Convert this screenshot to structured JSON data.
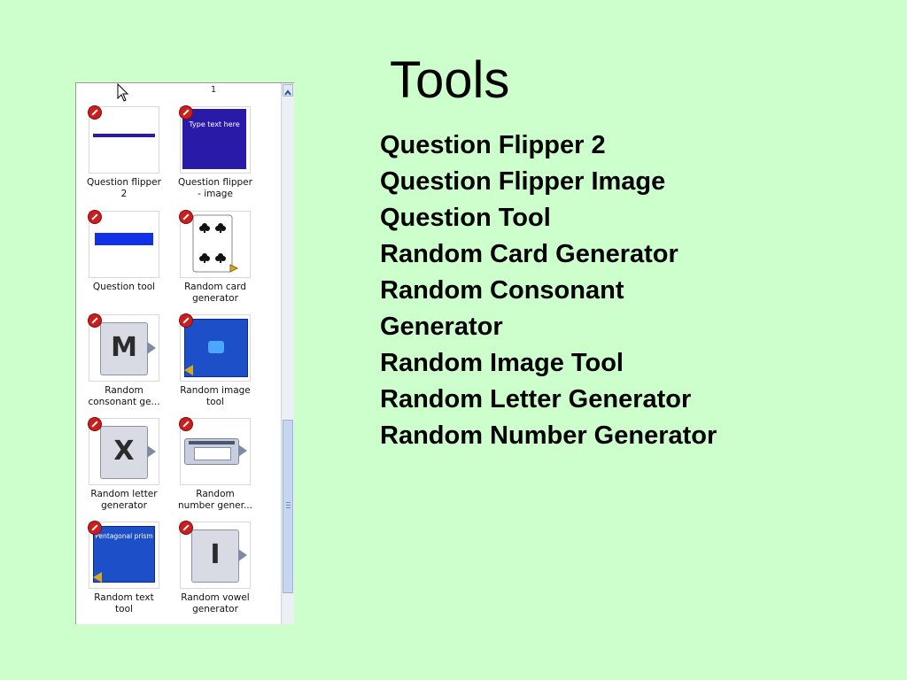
{
  "title": "Tools",
  "tools": [
    "Question Flipper 2",
    "Question Flipper Image",
    "Question Tool",
    "Random Card Generator",
    "Random Consonant",
    "Generator",
    "Random Image Tool",
    "Random Letter Generator",
    "Random Number Generator"
  ],
  "panel": {
    "page_number": "1",
    "items": [
      {
        "caption_line1": "Question flipper",
        "caption_line2": "2",
        "icon": "question-flipper-2-icon"
      },
      {
        "caption_line1": "Question flipper",
        "caption_line2": "- image",
        "icon": "question-flipper-image-icon",
        "thumb_text": "Type text here"
      },
      {
        "caption_line1": "Question tool",
        "caption_line2": "",
        "icon": "question-tool-icon"
      },
      {
        "caption_line1": "Random card",
        "caption_line2": "generator",
        "icon": "playing-card-icon"
      },
      {
        "caption_line1": "Random",
        "caption_line2": "consonant ge...",
        "icon": "consonant-slip-icon",
        "letter": "M"
      },
      {
        "caption_line1": "Random image",
        "caption_line2": "tool",
        "icon": "random-image-icon"
      },
      {
        "caption_line1": "Random letter",
        "caption_line2": "generator",
        "icon": "letter-slip-icon",
        "letter": "X"
      },
      {
        "caption_line1": "Random",
        "caption_line2": "number gener...",
        "icon": "number-generator-icon"
      },
      {
        "caption_line1": "Random text",
        "caption_line2": "tool",
        "icon": "random-text-icon",
        "thumb_text": "Pentagonal prism"
      },
      {
        "caption_line1": "Random vowel",
        "caption_line2": "generator",
        "icon": "vowel-slip-icon",
        "letter": "I"
      }
    ]
  },
  "colors": {
    "background": "#ccffcc",
    "badge": "#cc1e1e",
    "flipper_blue": "#2a1aa8",
    "tool_blue": "#1230e8"
  }
}
